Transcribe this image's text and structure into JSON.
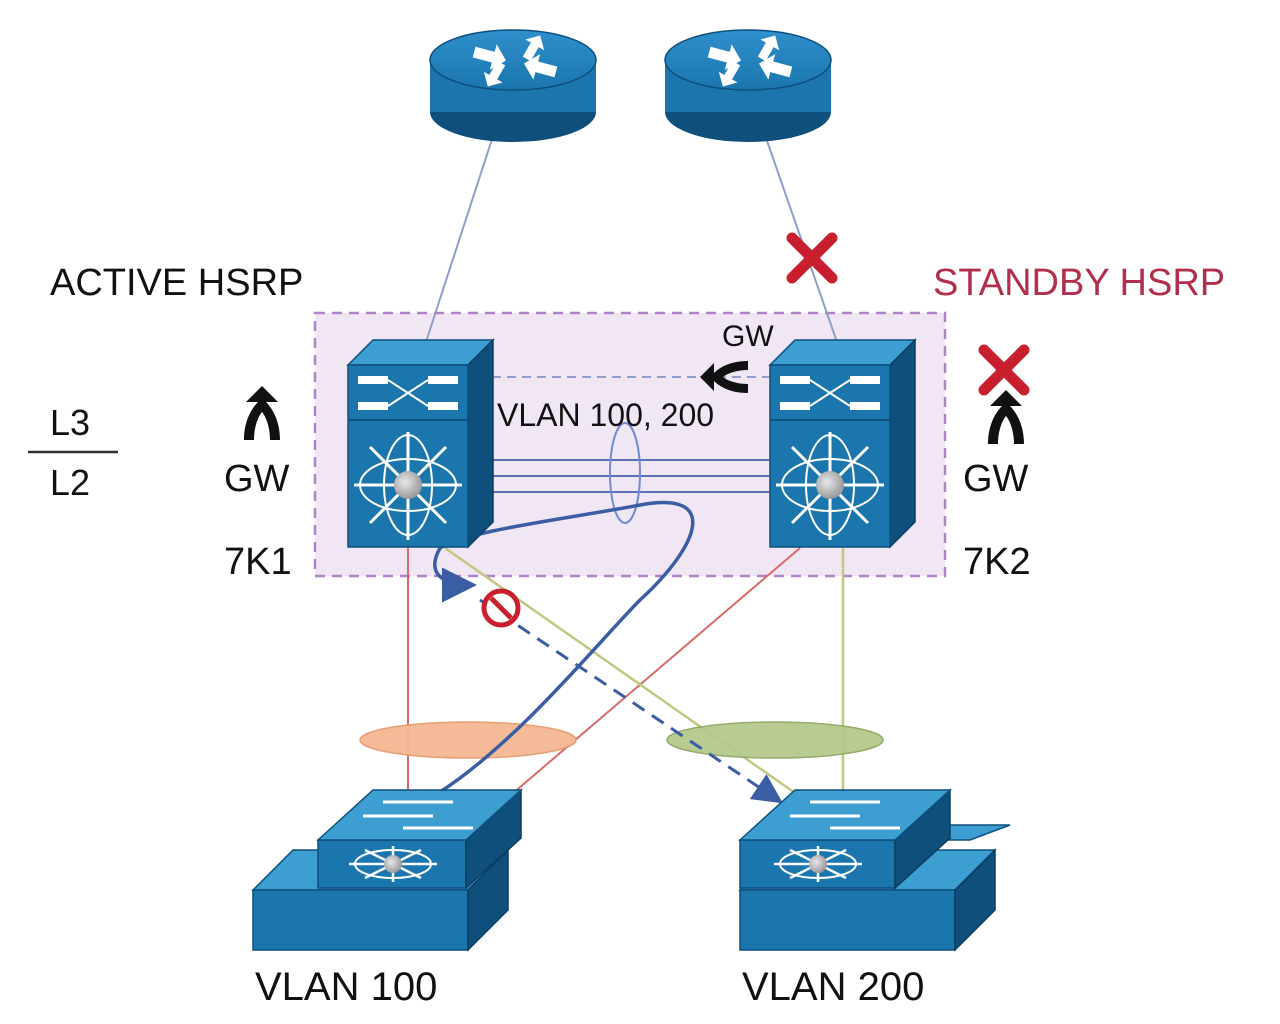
{
  "labels": {
    "active_hsrp": "ACTIVE HSRP",
    "standby_hsrp": "STANDBY HSRP",
    "layer_top": "L3",
    "layer_bottom": "L2",
    "gw_left": "GW",
    "gw_right": "GW",
    "gw_top": "GW",
    "vlan_pair": "VLAN 100, 200",
    "switch_left": "7K1",
    "switch_right": "7K2",
    "vlan_left": "VLAN 100",
    "vlan_right": "VLAN 200"
  },
  "colors": {
    "device_blue": "#1a76ad",
    "device_dark": "#0e4f7c",
    "device_light": "#3d9ed1",
    "hsrp_box_fill": "#f1e6f4",
    "hsrp_box_border": "#b183c6",
    "standby_text": "#b0304c",
    "red_x": "#c8202e",
    "red_link": "#d96a6a",
    "olive_link": "#c3c77f",
    "blue_link": "#3a5da3",
    "steel_link": "#8e9fc9",
    "orange_lag": "#f5b894",
    "green_lag": "#b5c98c"
  },
  "icons": [
    "router-icon",
    "nexus-switch-icon",
    "access-switch-icon",
    "fail-x-icon",
    "block-icon",
    "gateway-arrow-icon"
  ]
}
